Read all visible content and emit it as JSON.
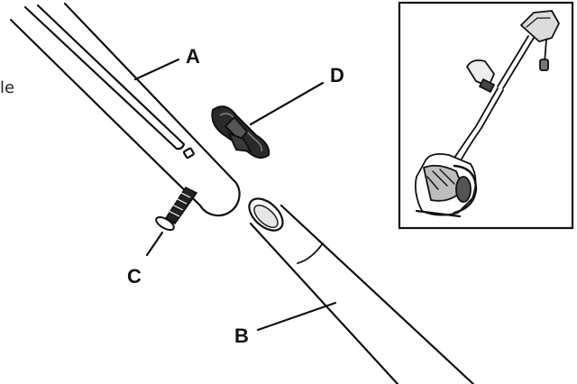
{
  "edge_fragment": "le",
  "labels": {
    "a": "A",
    "b": "B",
    "c": "C",
    "d": "D"
  },
  "parts": {
    "upper_handle": "upper-handle-tube",
    "lower_handle": "lower-handle-tube",
    "bolt": "carriage-bolt",
    "knob": "wing-knob"
  },
  "colors": {
    "ink": "#111111",
    "paper": "#ffffff",
    "shade": "#555555"
  }
}
